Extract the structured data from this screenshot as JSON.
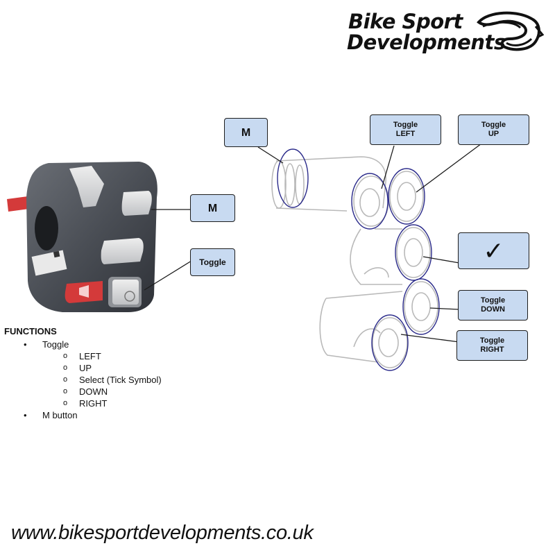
{
  "logo": {
    "line1": "Bike Sport",
    "line2": "Developments"
  },
  "left_callouts": {
    "m": "M",
    "toggle": "Toggle"
  },
  "right_callouts": {
    "m": "M",
    "toggle_left": "Toggle\nLEFT",
    "toggle_up": "Toggle\nUP",
    "select": "✓",
    "toggle_down": "Toggle\nDOWN",
    "toggle_right": "Toggle\nRIGHT"
  },
  "functions": {
    "heading": "FUNCTIONS",
    "toggle": "Toggle",
    "toggle_items": [
      "LEFT",
      "UP",
      "Select (Tick Symbol)",
      "DOWN",
      "RIGHT"
    ],
    "m_button": "M button"
  },
  "website": "www.bikesportdevelopments.co.uk",
  "colors": {
    "callout_fill": "#c8daf1",
    "callout_border": "#1c1c1c",
    "switch_body": "#4a4e55",
    "button_grey": "#d4d6d8",
    "horn_red": "#d43a3a",
    "outline_blue": "#2a2a8a"
  }
}
